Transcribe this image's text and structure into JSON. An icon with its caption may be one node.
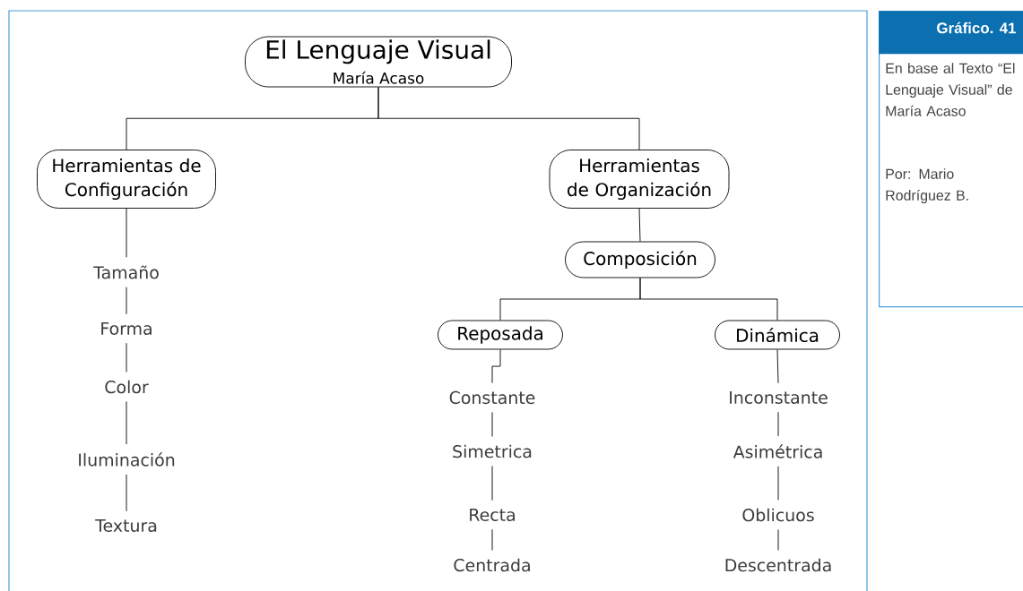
{
  "diagram": {
    "nodes": [
      {
        "text": [
          "El Lenguaje Visual",
          "María Acaso"
        ]
      },
      {
        "text": [
          "Herramientas de Configuración"
        ]
      },
      {
        "text": [
          "Herramientas de Organización"
        ]
      },
      {
        "text": [
          "Tamaño"
        ]
      },
      {
        "text": [
          "Forma"
        ]
      },
      {
        "text": [
          "Color"
        ]
      },
      {
        "text": [
          "Iluminación"
        ]
      },
      {
        "text": [
          "Textura"
        ]
      },
      {
        "text": [
          "Composición"
        ]
      },
      {
        "text": [
          "Reposada"
        ]
      },
      {
        "text": [
          "Dinámica"
        ]
      },
      {
        "text": [
          "Constante"
        ]
      },
      {
        "text": [
          "Simetrica"
        ]
      },
      {
        "text": [
          "Recta"
        ]
      },
      {
        "text": [
          "Centrada"
        ]
      },
      {
        "text": [
          "Inconstante"
        ]
      },
      {
        "text": [
          "Asimétrica"
        ]
      },
      {
        "text": [
          "Oblicuos"
        ]
      },
      {
        "text": [
          "Descentrada"
        ]
      },
      {
        "text": [
          "Gráfico. 41",
          "En base al Texto “El Lenguaje Visual” de María Acaso",
          "Por: Mario Rodríguez B."
        ]
      }
    ],
    "edges": [
      {
        "from": 0,
        "to": 1,
        "arrow": "none"
      },
      {
        "from": 0,
        "to": 2,
        "arrow": "none"
      },
      {
        "from": 1,
        "to": 3,
        "arrow": "none"
      },
      {
        "from": 3,
        "to": 4,
        "arrow": "none"
      },
      {
        "from": 4,
        "to": 5,
        "arrow": "none"
      },
      {
        "from": 5,
        "to": 6,
        "arrow": "none"
      },
      {
        "from": 6,
        "to": 7,
        "arrow": "none"
      },
      {
        "from": 2,
        "to": 8,
        "arrow": "none"
      },
      {
        "from": 8,
        "to": 9,
        "arrow": "none"
      },
      {
        "from": 8,
        "to": 10,
        "arrow": "none"
      },
      {
        "from": 9,
        "to": 11,
        "arrow": "none"
      },
      {
        "from": 11,
        "to": 12,
        "arrow": "none"
      },
      {
        "from": 12,
        "to": 13,
        "arrow": "none"
      },
      {
        "from": 13,
        "to": 14,
        "arrow": "none"
      },
      {
        "from": 10,
        "to": 15,
        "arrow": "none"
      },
      {
        "from": 15,
        "to": 16,
        "arrow": "none"
      },
      {
        "from": 16,
        "to": 17,
        "arrow": "none"
      },
      {
        "from": 17,
        "to": 18,
        "arrow": "none"
      }
    ]
  }
}
